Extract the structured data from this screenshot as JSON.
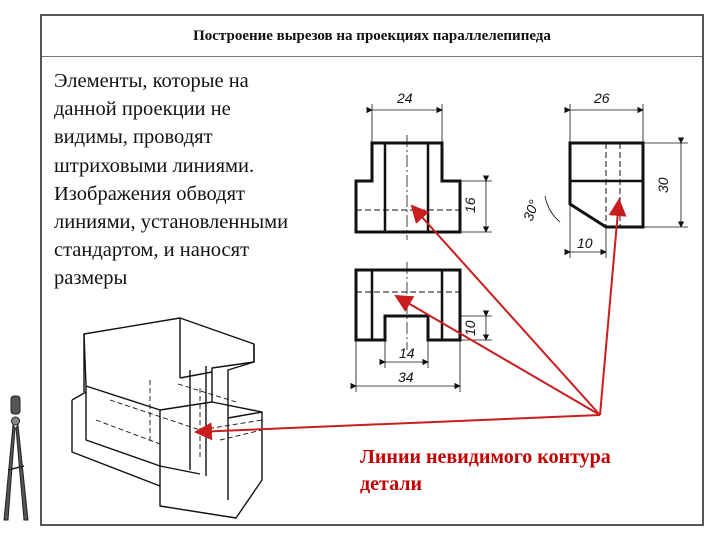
{
  "title": "Построение вырезов на проекциях параллелепипеда",
  "body_lines": [
    "Элементы, которые на",
    "данной проекции не",
    "видимы, проводят",
    "штриховыми линиями.",
    "Изображения обводят",
    "линиями, установленными",
    "стандартом, и наносят",
    "размеры"
  ],
  "callout_lines": [
    "Линии невидимого контура",
    "детали"
  ],
  "dimensions": {
    "front_width": "24",
    "front_height": "16",
    "side_width": "26",
    "side_height": "30",
    "side_angle": "30°",
    "side_offset": "10",
    "top_height": "10",
    "top_slot_width": "14",
    "top_total_width": "34"
  },
  "colors": {
    "callout": "#c00000",
    "arrow": "#c81e1e"
  },
  "icons": [
    "compass-icon"
  ]
}
